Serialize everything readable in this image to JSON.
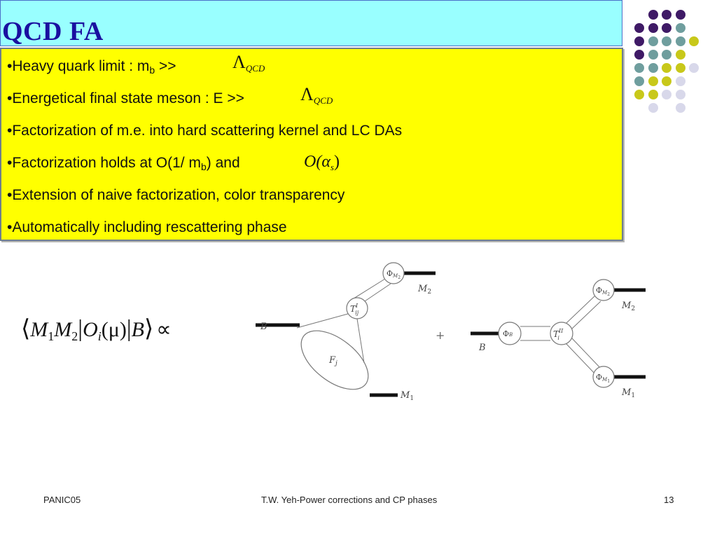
{
  "slide": {
    "title": "QCD FA",
    "bullets": [
      {
        "text": "•Heavy quark limit : m",
        "sub": "b",
        "after": " >>"
      },
      {
        "text": "•Energetical final state meson : E >>"
      },
      {
        "text": "•Factorization of m.e. into hard scattering kernel and LC  DAs"
      },
      {
        "text": "•Factorization holds at O(1/ m",
        "sub": "b",
        "after": ") and"
      },
      {
        "text": "•Extension of naive factorization, color transparency"
      },
      {
        "text": "•Automatically including rescattering phase"
      }
    ],
    "math": {
      "lambda_symbol": "Λ",
      "lambda_sub": "QCD",
      "alpha_expr": "O(α",
      "alpha_sub": "s",
      "alpha_close": ")"
    },
    "formula": {
      "lang": "⟨",
      "m1": "M",
      "m1_sub": "1",
      "m2": "M",
      "m2_sub": "2",
      "bar1": "|",
      "op": "O",
      "op_sub": "i",
      "op_arg": "(μ)",
      "bar2": "|",
      "b": "B",
      "rang": "⟩",
      "prop": "∝"
    },
    "diagram": {
      "B": "B",
      "M1": "M",
      "M2": "M",
      "sub1": "1",
      "sub2": "2",
      "Phi": "Φ",
      "T": "T",
      "T1_sup": "I",
      "T1_sub": "ij",
      "T2_sup": "II",
      "T2_sub": "i",
      "F": "F",
      "F_sub": "j",
      "plus": "+"
    },
    "footer": {
      "left": "PANIC05",
      "center": "T.W. Yeh-Power corrections and CP phases",
      "right": "13"
    },
    "colors": {
      "title_bg": "#99ffff",
      "title_text": "#1a0fa0",
      "box_bg": "#ffff00",
      "dot_purple": "#3f1a66",
      "dot_teal": "#6f9e9e",
      "dot_olive": "#c8c81a",
      "dot_lavender": "#d8d8ea"
    }
  }
}
